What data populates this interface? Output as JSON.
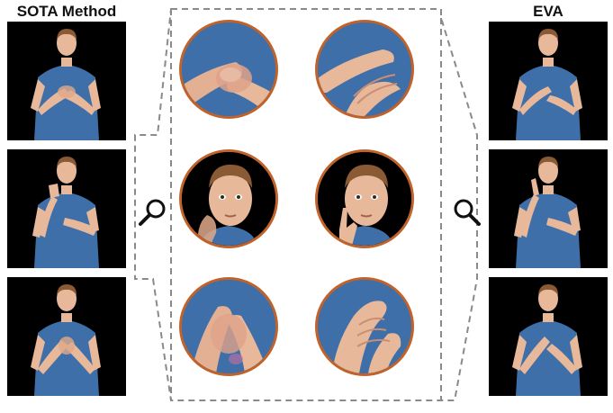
{
  "left_column": {
    "title": "SOTA Method",
    "frames": 3
  },
  "right_column": {
    "title": "EVA",
    "frames": 3
  },
  "zoom_panel": {
    "rows": [
      "hands-close-up",
      "face-close-up",
      "hands-close-up"
    ]
  },
  "colors": {
    "circle_border": "#c0622a",
    "shirt": "#3f6fa8",
    "skin": "#e7b899",
    "hair": "#8a5a34",
    "dashed_outline": "#8a8a8a",
    "background": "#000000"
  },
  "icons": [
    "magnifier-icon-left",
    "magnifier-icon-right"
  ]
}
